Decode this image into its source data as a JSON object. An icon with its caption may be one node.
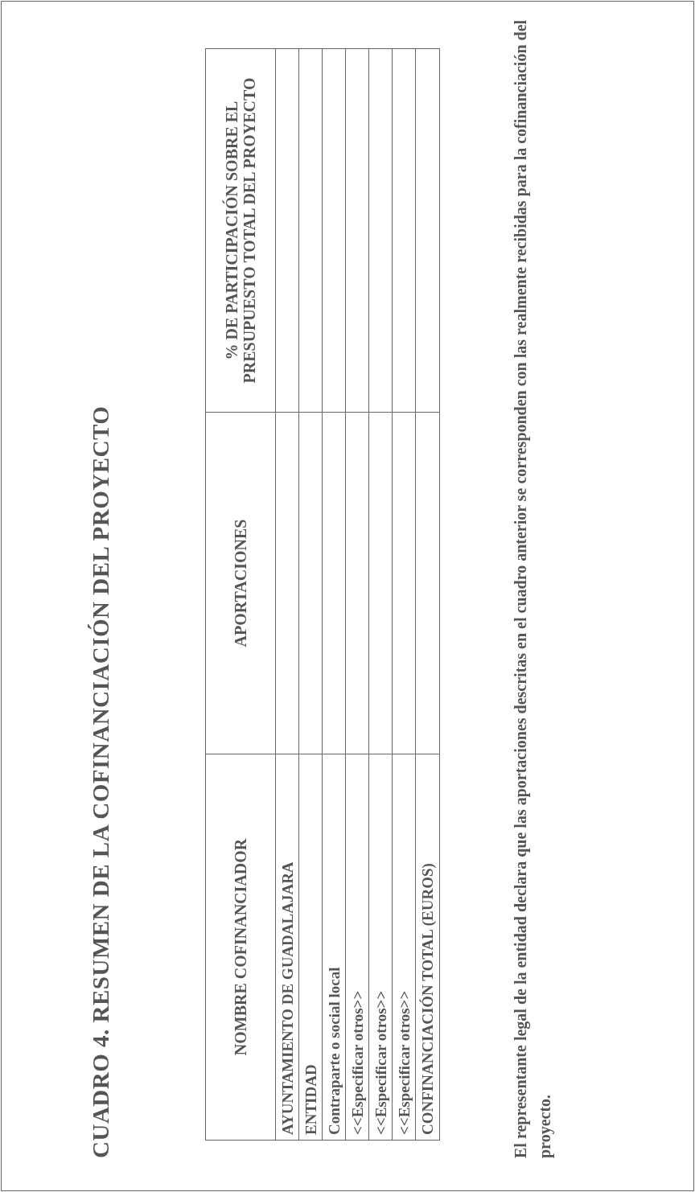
{
  "diagram": {
    "title": "CUADRO 4. RESUMEN DE LA COFINANCIACIÓN DEL PROYECTO",
    "labels": [
      "NOMBRE COFINANCIADOR",
      "APORTACIONES",
      "% DE PARTICIPACIÓN SOBRE EL PRESUPUESTO TOTAL DEL PROYECTO",
      "AYUNTAMIENTO DE GUADALAJARA",
      "ENTIDAD",
      "Contraparte o social local",
      "<<Especificar otros>>",
      "<<Especificar otros>>",
      "<<Especificar otros>>",
      "CONFINANCIACIÓN TOTAL (EUROS)",
      "El representante legal de la entidad declara que las aportaciones descritas en el cuadro anterior se corresponden con las realmente recibidas para la cofinanciación del proyecto."
    ]
  }
}
